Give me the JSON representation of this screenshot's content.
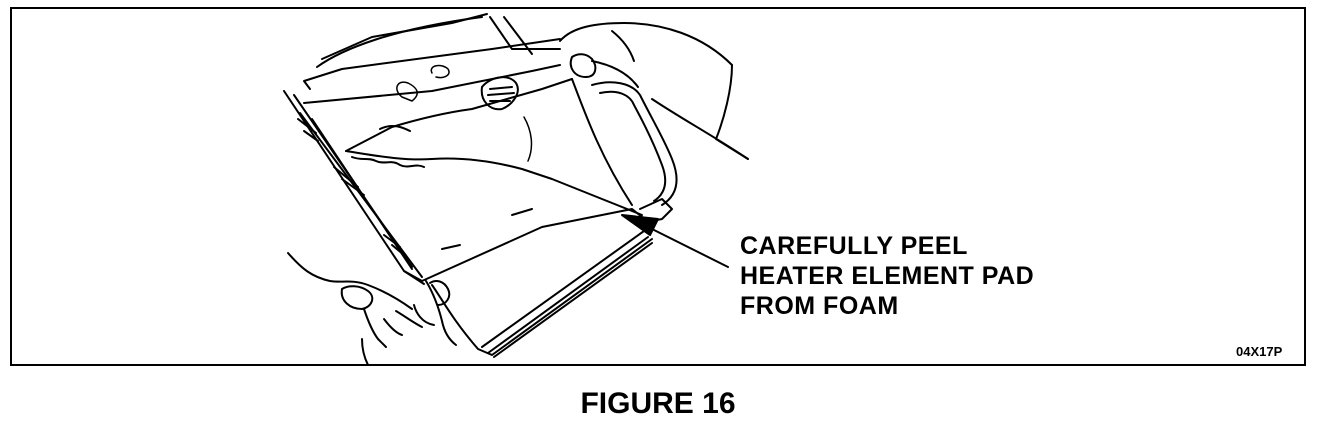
{
  "callout": {
    "line1": "CAREFULLY PEEL",
    "line2": "HEATER ELEMENT PAD",
    "line3": "FROM FOAM"
  },
  "reference_code": "04X17P",
  "caption": "FIGURE 16",
  "colors": {
    "ink": "#000000",
    "paper": "#ffffff"
  }
}
